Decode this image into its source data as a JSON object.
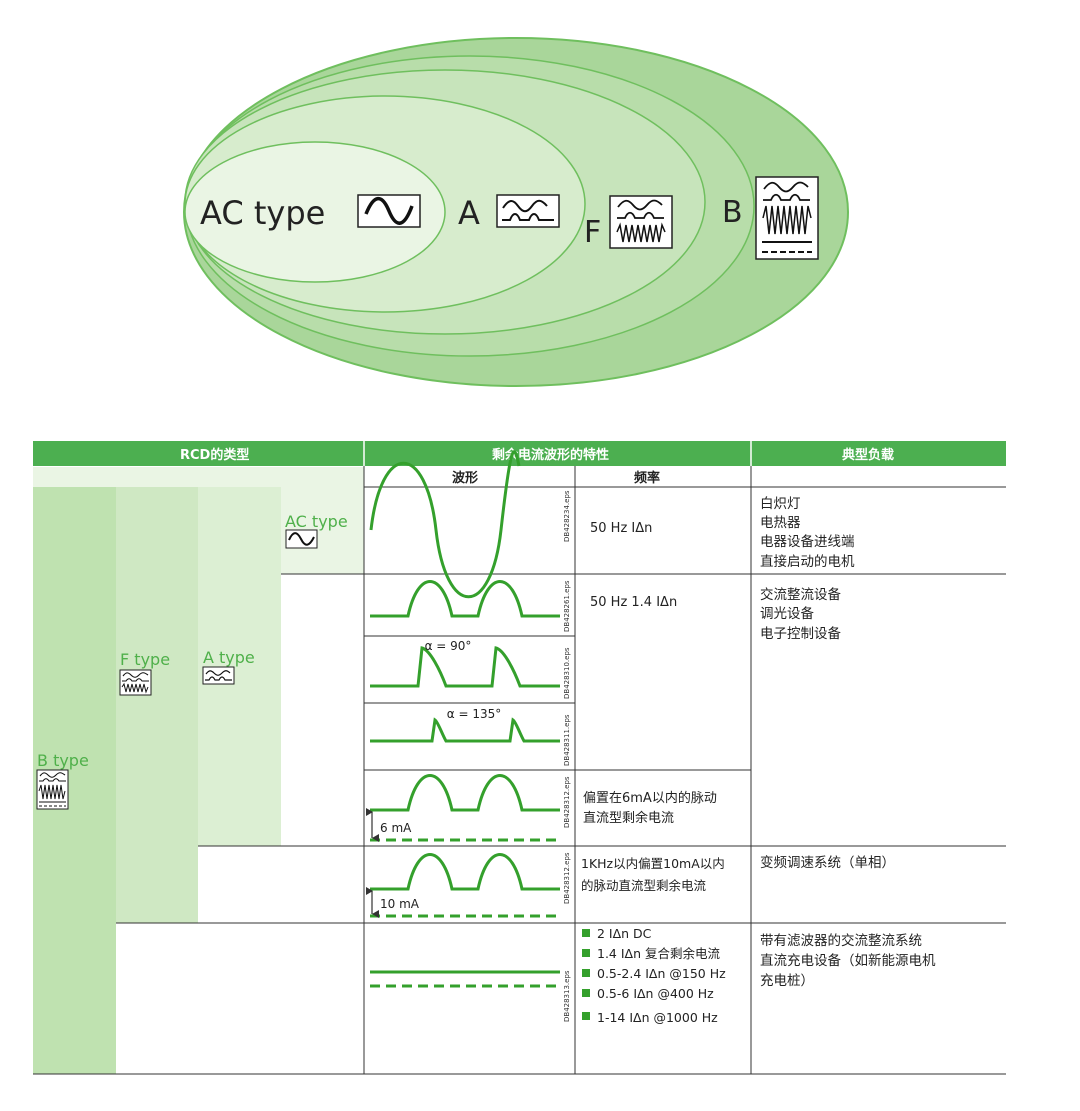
{
  "colors": {
    "header": "#4caf50",
    "ring_outer": "#a9d69a",
    "ring_f": "#c7e4bb",
    "ring_a": "#d7eccd",
    "ring_ac": "#eaf5e4",
    "ring_stroke": "#6fbf5e",
    "col_b": "#bfe2b0",
    "col_f": "#cfe8c3",
    "col_a": "#dcefd3",
    "col_ac": "#eaf5e4",
    "wave": "#34a02c",
    "grid": "#333333"
  },
  "diagram": {
    "labels": {
      "ac": "AC type",
      "a": "A",
      "f": "F",
      "b": "B"
    },
    "icons": [
      "ac-wave-icon",
      "a-wave-icon",
      "f-wave-icon",
      "b-wave-icon"
    ]
  },
  "table": {
    "headers": {
      "rcd_type": "RCD的类型",
      "waveform_chars": "剩余电流波形的特性",
      "typical_load": "典型负载",
      "waveform": "波形",
      "frequency": "频率"
    },
    "types": {
      "b": "B type",
      "f": "F type",
      "a": "A type",
      "ac": "AC type"
    },
    "codes": [
      "DB428234.eps",
      "DB428261.eps",
      "DB428310.eps",
      "DB428311.eps",
      "DB428312.eps",
      "DB428312.eps",
      "DB428313.eps"
    ],
    "angles": {
      "a90": "α = 90°",
      "a135": "α = 135°"
    },
    "offsets": {
      "ma6": "6 mA",
      "ma10": "10 mA"
    },
    "freq": {
      "r1": "50 Hz  IΔn",
      "r2": "50 Hz  1.4 IΔn",
      "r3_lines": [
        "偏置在6mA以内的脉动",
        "直流型剩余电流"
      ],
      "r4_lines": [
        "1KHz以内偏置10mA以内",
        "的脉动直流型剩余电流"
      ],
      "r5_items": [
        "2 IΔn DC",
        "1.4 IΔn 复合剩余电流",
        "0.5-2.4 IΔn @150 Hz",
        "0.5-6 IΔn @400 Hz",
        "1-14 IΔn @1000 Hz"
      ]
    },
    "loads": {
      "r1": [
        "白炽灯",
        "电热器",
        "电器设备进线端",
        "直接启动的电机"
      ],
      "r2": [
        "交流整流设备",
        "调光设备",
        "电子控制设备"
      ],
      "r3": [
        "变频调速系统（单相）"
      ],
      "r4": [
        "带有滤波器的交流整流系统",
        "直流充电设备（如新能源电机",
        "充电桩）"
      ]
    }
  }
}
